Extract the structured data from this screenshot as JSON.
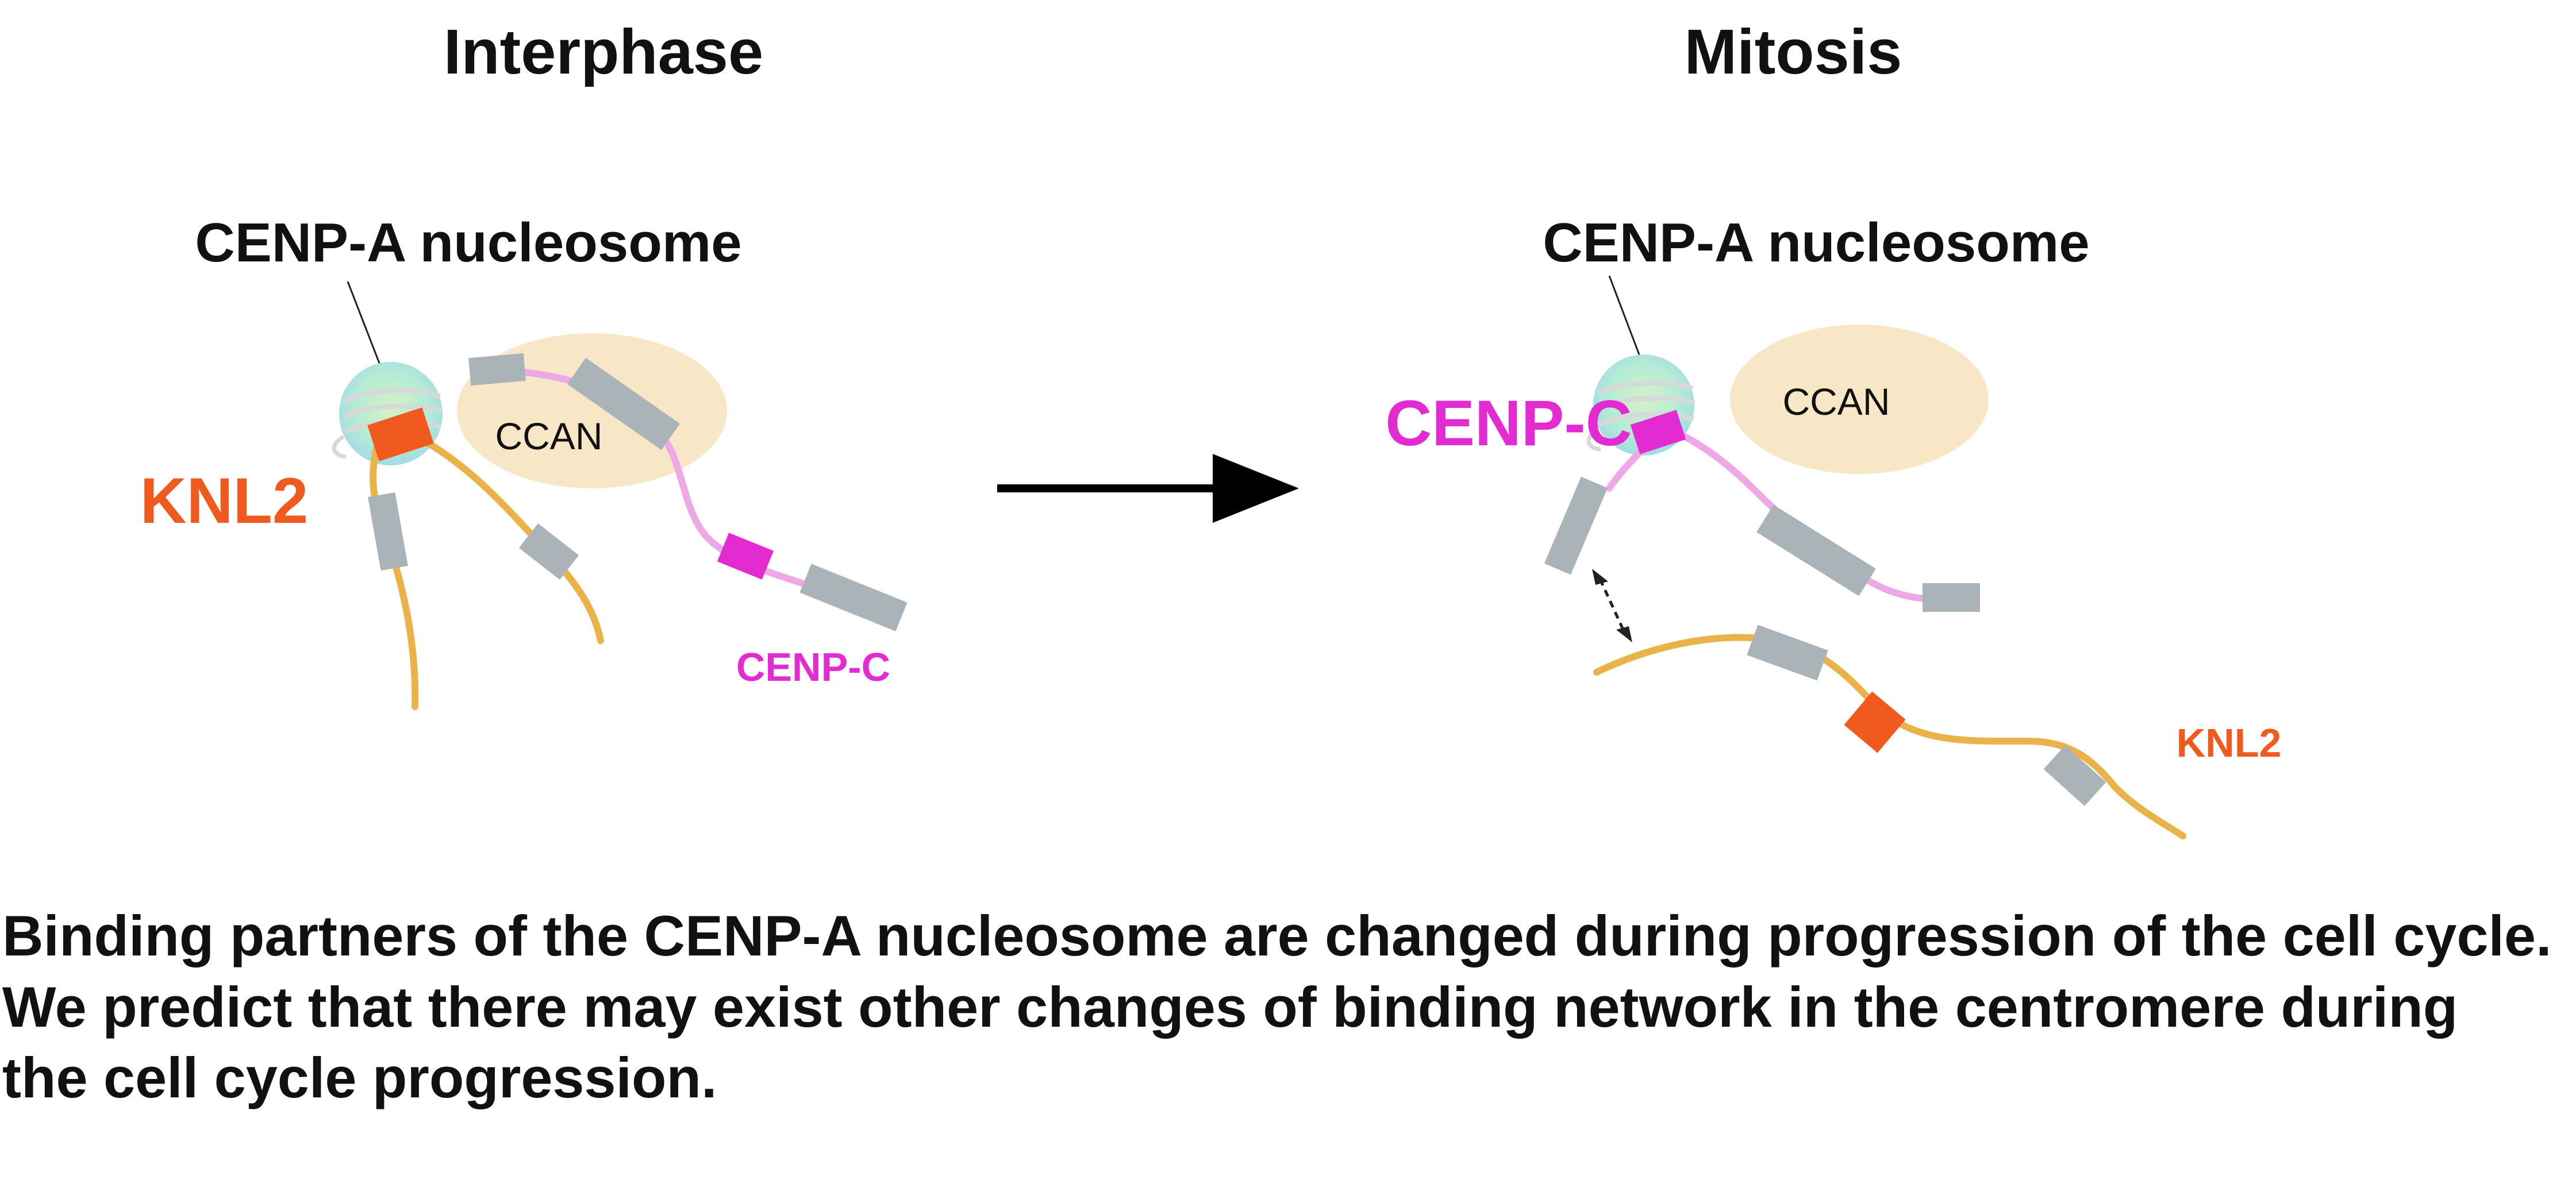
{
  "panels": {
    "interphase": {
      "title": "Interphase",
      "nucleosome_label": "CENP-A nucleosome",
      "complex_label": "CCAN",
      "knl2_label": "KNL2",
      "cenpc_label": "CENP-C"
    },
    "mitosis": {
      "title": "Mitosis",
      "nucleosome_label": "CENP-A nucleosome",
      "complex_label": "CCAN",
      "cenpc_label": "CENP-C",
      "knl2_label": "KNL2"
    }
  },
  "caption": {
    "line1": "Binding partners of the CENP-A nucleosome are changed during progression of the cell cycle.",
    "line2": "We predict that there may exist other changes of binding network in the centromere during",
    "line3": "the cell cycle progression."
  },
  "colors": {
    "knl2": "#f05a1e",
    "knl2_strand": "#eab34a",
    "cenpc": "#e22bd0",
    "cenpc_strand": "#eea8e6",
    "ccan": "#f7e7c6",
    "domain_box": "#a9b3b8",
    "arrow": "#000000"
  }
}
